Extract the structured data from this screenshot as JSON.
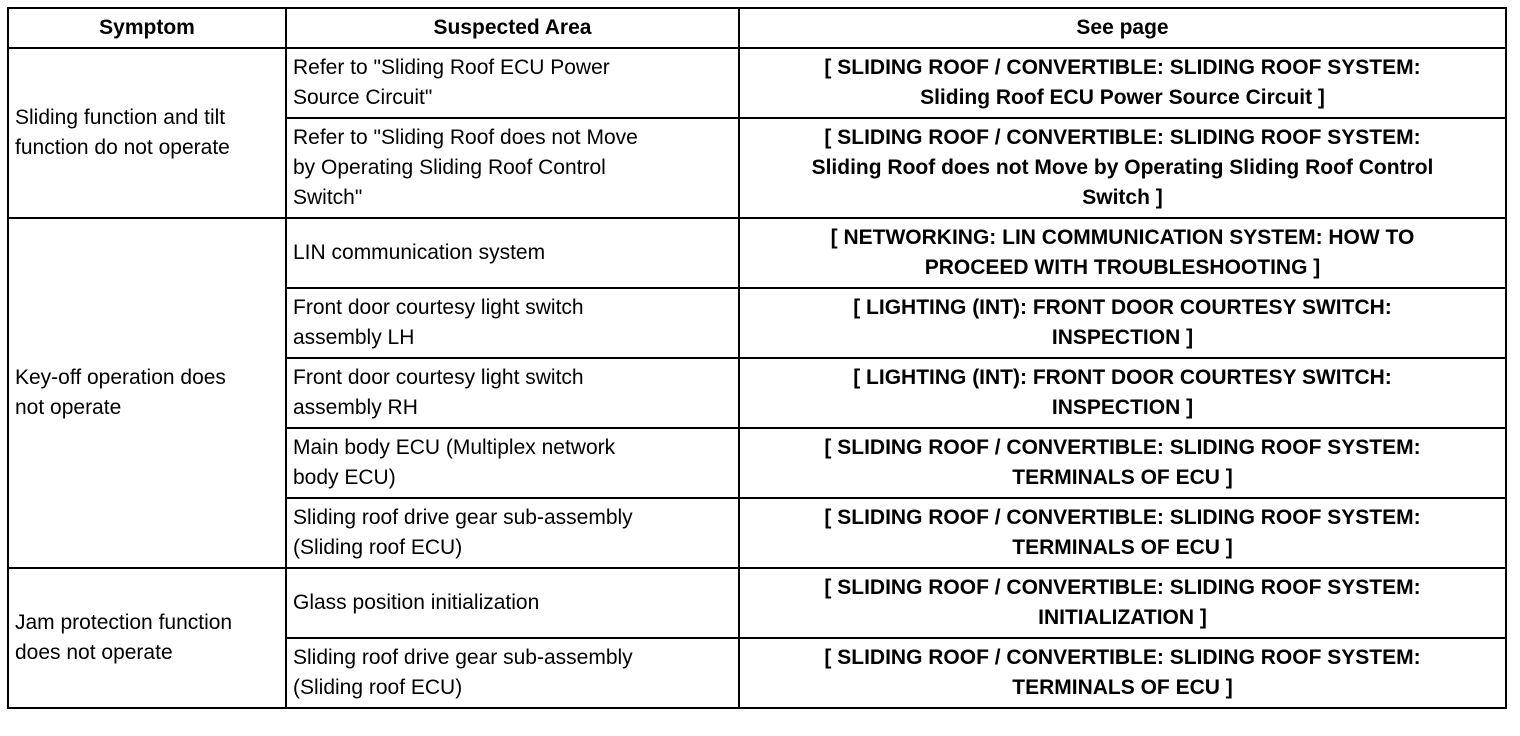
{
  "headers": {
    "symptom": "Symptom",
    "area": "Suspected Area",
    "page": "See page"
  },
  "rows": [
    {
      "symptom": "Sliding function and tilt\nfunction do not operate",
      "area": "Refer to \"Sliding Roof ECU Power\nSource Circuit\"",
      "page": "[ SLIDING ROOF / CONVERTIBLE: SLIDING ROOF SYSTEM:\nSliding Roof ECU Power Source Circuit ]"
    },
    {
      "area": "Refer to \"Sliding Roof does not Move\nby Operating Sliding Roof Control\nSwitch\"",
      "page": "[ SLIDING ROOF / CONVERTIBLE: SLIDING ROOF SYSTEM:\nSliding Roof does not Move by Operating Sliding Roof Control\nSwitch ]"
    },
    {
      "symptom": "Key-off operation does\nnot operate",
      "area": "LIN communication system",
      "page": "[ NETWORKING: LIN COMMUNICATION SYSTEM: HOW TO\nPROCEED WITH TROUBLESHOOTING ]"
    },
    {
      "area": "Front door courtesy light switch\nassembly LH",
      "page": "[ LIGHTING (INT): FRONT DOOR COURTESY SWITCH:\nINSPECTION ]"
    },
    {
      "area": "Front door courtesy light switch\nassembly RH",
      "page": "[ LIGHTING (INT): FRONT DOOR COURTESY SWITCH:\nINSPECTION ]"
    },
    {
      "area": "Main body ECU (Multiplex network\nbody ECU)",
      "page": "[ SLIDING ROOF / CONVERTIBLE: SLIDING ROOF SYSTEM:\nTERMINALS OF ECU ]"
    },
    {
      "area": "Sliding roof drive gear sub-assembly\n(Sliding roof ECU)",
      "page": "[ SLIDING ROOF / CONVERTIBLE: SLIDING ROOF SYSTEM:\nTERMINALS OF ECU ]"
    },
    {
      "symptom": "Jam protection function\ndoes not operate",
      "area": "Glass position initialization",
      "page": "[ SLIDING ROOF / CONVERTIBLE: SLIDING ROOF SYSTEM:\nINITIALIZATION ]"
    },
    {
      "area": "Sliding roof drive gear sub-assembly\n(Sliding roof ECU)",
      "page": "[ SLIDING ROOF / CONVERTIBLE: SLIDING ROOF SYSTEM:\nTERMINALS OF ECU ]"
    }
  ]
}
